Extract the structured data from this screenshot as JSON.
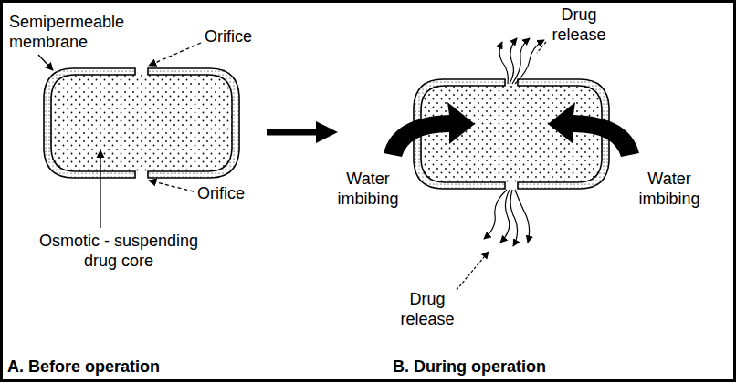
{
  "diagram": {
    "labels": [
      "Semipermeable membrane",
      "Orifice",
      "Orifice",
      "Osmotic - suspending drug core",
      "A. Before operation",
      "Drug release",
      "Water imbibing",
      "Water imbibing",
      "Drug release",
      "B. During operation"
    ]
  }
}
